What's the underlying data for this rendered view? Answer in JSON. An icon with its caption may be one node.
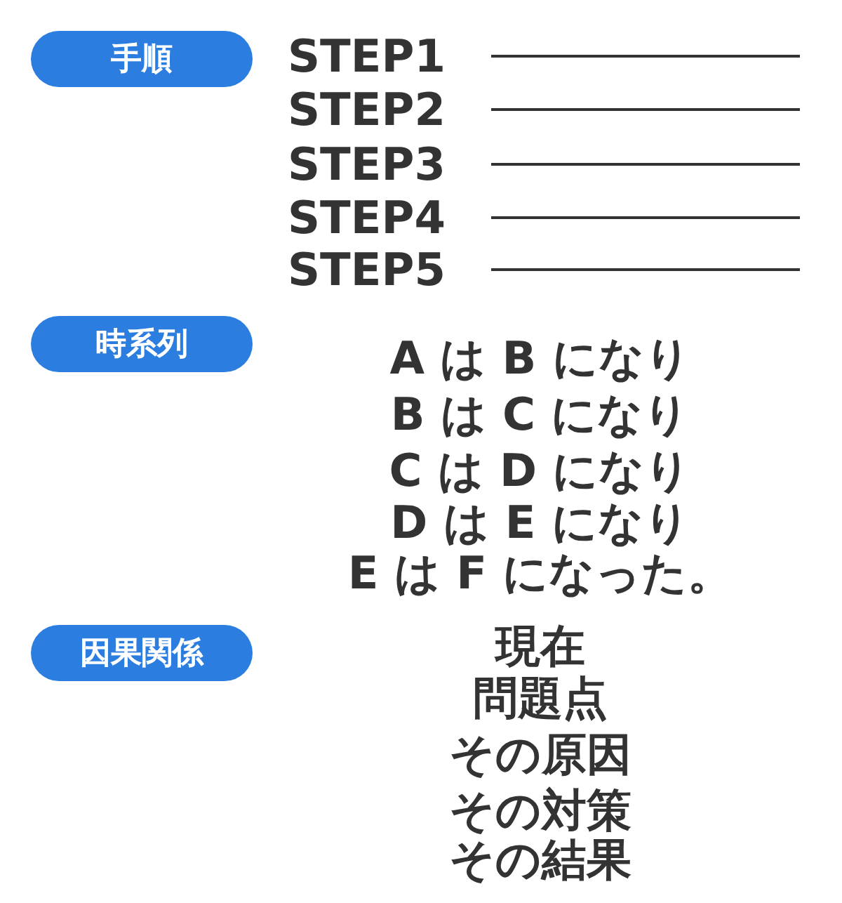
{
  "diagram": {
    "nodes": [
      {
        "text": [
          "手順"
        ]
      },
      {
        "text": [
          "時系列"
        ]
      },
      {
        "text": [
          "因果関係"
        ]
      }
    ],
    "labels": [
      "STEP1",
      "STEP2",
      "STEP3",
      "STEP4",
      "STEP5",
      "A は B になり",
      "B は C になり",
      "C は D になり",
      "D は E になり",
      "E は F になった。",
      "現在",
      "問題点",
      "その原因",
      "その対策",
      "その結果"
    ]
  }
}
